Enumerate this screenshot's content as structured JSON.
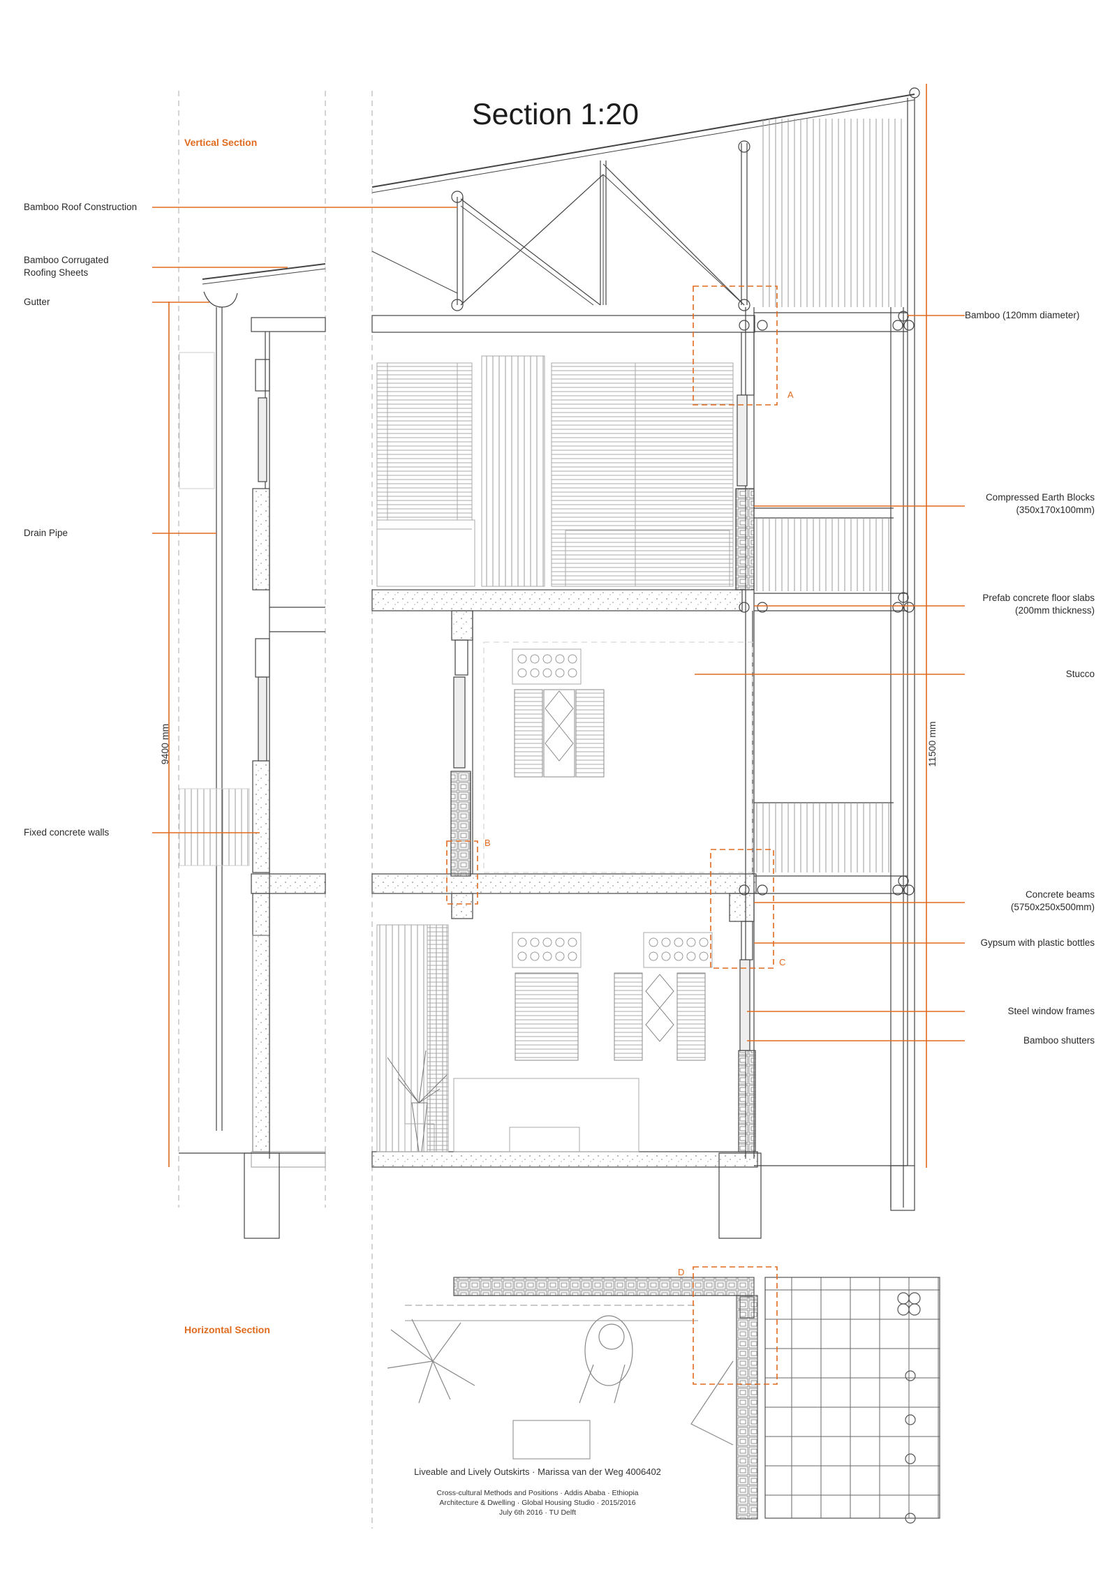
{
  "title": "Section 1:20",
  "headings": {
    "vertical": "Vertical Section",
    "horizontal": "Horizontal Section"
  },
  "labels_left": {
    "roof_construction": "Bamboo Roof Construction",
    "roofing_sheets_1": "Bamboo Corrugated",
    "roofing_sheets_2": "Roofing Sheets",
    "gutter": "Gutter",
    "drain_pipe": "Drain Pipe",
    "concrete_walls": "Fixed concrete walls"
  },
  "labels_right": {
    "bamboo": "Bamboo (120mm diameter)",
    "earth_blocks_1": "Compressed Earth Blocks",
    "earth_blocks_2": "(350x170x100mm)",
    "floor_slabs_1": "Prefab concrete floor slabs",
    "floor_slabs_2": "(200mm thickness)",
    "stucco": "Stucco",
    "beams_1": "Concrete beams",
    "beams_2": "(5750x250x500mm)",
    "gypsum": "Gypsum with plastic bottles",
    "window_frames": "Steel window frames",
    "shutters": "Bamboo shutters"
  },
  "dimensions": {
    "left": "9400 mm",
    "right": "11500 mm"
  },
  "details": {
    "a": "A",
    "b": "B",
    "c": "C",
    "d": "D"
  },
  "credits": {
    "line1": "Liveable and Lively Outskirts  ·  Marissa van der Weg 4006402",
    "line2": "Cross-cultural Methods and Positions · Addis Ababa · Ethiopia",
    "line3": "Architecture & Dwelling · Global Housing Studio · 2015/2016",
    "line4": "July 6th 2016 · TU Delft"
  },
  "colors": {
    "accent": "#e06b1f",
    "line": "#555555",
    "light": "#b8b8b8"
  }
}
